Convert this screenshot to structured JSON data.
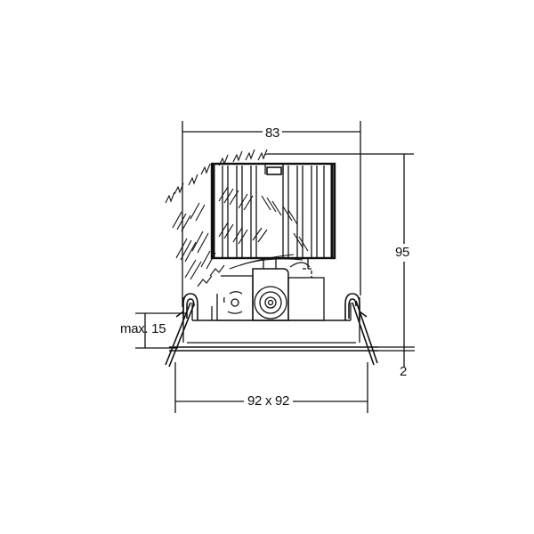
{
  "drawing": {
    "subject": "recessed downlight with tilted heat sink, side view",
    "line_color": "#111111",
    "background": "#ffffff"
  },
  "dimensions": {
    "width_top": "83",
    "height": "95",
    "max_ceiling": "max. 15",
    "flange": "2",
    "cutout": "92 x 92"
  }
}
